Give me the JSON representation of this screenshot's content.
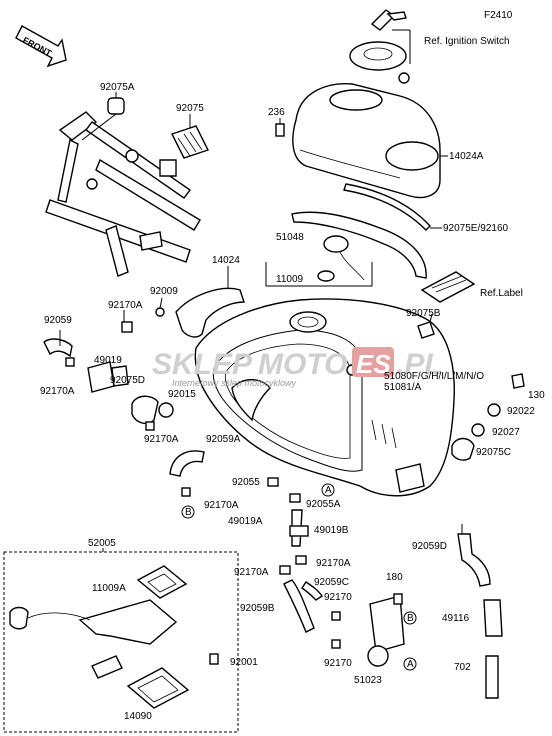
{
  "diagram_code": "F2410",
  "front_label": "FRONT",
  "watermark": {
    "brand_a": "SKLEP",
    "brand_b": "MOTO",
    "brand_c": "ES",
    "brand_d": ".PL",
    "tagline": "Internetowy sklep motocyklowy"
  },
  "markers": {
    "a": "A",
    "b": "B"
  },
  "parts": [
    {
      "id": "ref_ignition",
      "text": "Ref. Ignition Switch"
    },
    {
      "id": "p92075a",
      "text": "92075A"
    },
    {
      "id": "p92075",
      "text": "92075"
    },
    {
      "id": "p236",
      "text": "236"
    },
    {
      "id": "p14024a",
      "text": "14024A"
    },
    {
      "id": "p92075e",
      "text": "92075E/92160"
    },
    {
      "id": "p51048",
      "text": "51048"
    },
    {
      "id": "p11009",
      "text": "11009"
    },
    {
      "id": "p14024",
      "text": "14024"
    },
    {
      "id": "ref_label",
      "text": "Ref.Label"
    },
    {
      "id": "p92009",
      "text": "92009"
    },
    {
      "id": "p92170a_1",
      "text": "92170A"
    },
    {
      "id": "p92059",
      "text": "92059"
    },
    {
      "id": "p92075b",
      "text": "92075B"
    },
    {
      "id": "p49019",
      "text": "49019"
    },
    {
      "id": "p92170a_2",
      "text": "92170A"
    },
    {
      "id": "p92075d",
      "text": "92075D"
    },
    {
      "id": "p51080",
      "text": "51080F/G/H/I/L/M/N/O"
    },
    {
      "id": "p51081",
      "text": "51081/A"
    },
    {
      "id": "p92015",
      "text": "92015"
    },
    {
      "id": "p130",
      "text": "130"
    },
    {
      "id": "p92022",
      "text": "92022"
    },
    {
      "id": "p92170a_3",
      "text": "92170A"
    },
    {
      "id": "p92059a",
      "text": "92059A"
    },
    {
      "id": "p92027",
      "text": "92027"
    },
    {
      "id": "p92075c",
      "text": "92075C"
    },
    {
      "id": "p92055",
      "text": "92055"
    },
    {
      "id": "p92170a_4",
      "text": "92170A"
    },
    {
      "id": "p92055a",
      "text": "92055A"
    },
    {
      "id": "p49019a",
      "text": "49019A"
    },
    {
      "id": "p49019b",
      "text": "49019B"
    },
    {
      "id": "p52005",
      "text": "52005"
    },
    {
      "id": "p92059d",
      "text": "92059D"
    },
    {
      "id": "p11009a",
      "text": "11009A"
    },
    {
      "id": "p92170a_5",
      "text": "92170A"
    },
    {
      "id": "p92170a_6",
      "text": "92170A"
    },
    {
      "id": "p92059c",
      "text": "92059C"
    },
    {
      "id": "p180",
      "text": "180"
    },
    {
      "id": "p92170",
      "text": "92170"
    },
    {
      "id": "p92059b",
      "text": "92059B"
    },
    {
      "id": "p49116",
      "text": "49116"
    },
    {
      "id": "p92001",
      "text": "92001"
    },
    {
      "id": "p92170_2",
      "text": "92170"
    },
    {
      "id": "p702",
      "text": "702"
    },
    {
      "id": "p51023",
      "text": "51023"
    },
    {
      "id": "p14090",
      "text": "14090"
    }
  ]
}
